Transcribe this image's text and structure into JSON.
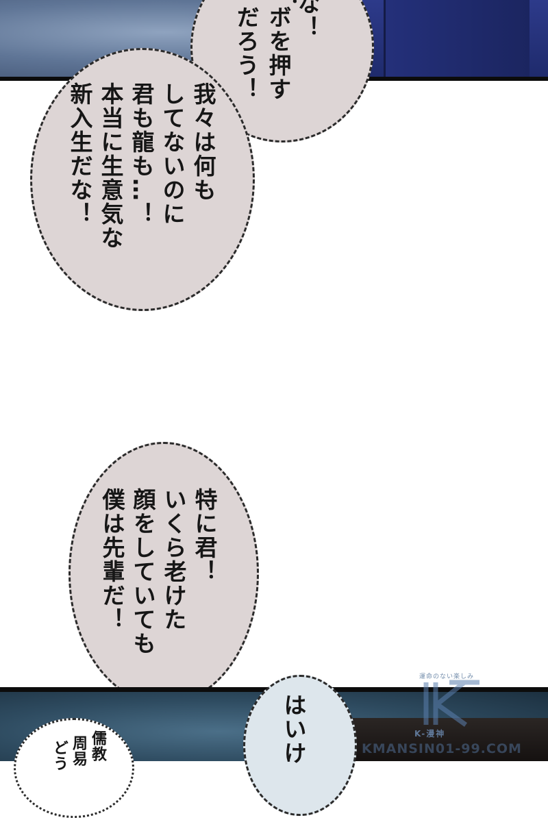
{
  "bubble_top_right": {
    "columns": [
      "ボを押す",
      "だろう！"
    ]
  },
  "bubble_top_right_partial": "な！",
  "bubble_large": {
    "columns": [
      "我々は何も",
      "してないのに",
      "君も龍も…！",
      "本当に生意気な",
      "新入生だな！"
    ]
  },
  "bubble_middle": {
    "columns": [
      "特に君！",
      "いくら老けた",
      "顔をしていても",
      "僕は先輩だ！"
    ]
  },
  "bubble_bottom_right": {
    "columns": [
      "はいけ"
    ]
  },
  "bubble_bottom_left": {
    "columns": [
      "儒教",
      "周易",
      "どう"
    ]
  },
  "watermark": {
    "top_text": "運命のない楽しみ",
    "sub_text": "K-漫神",
    "url": "KMANSIN01-99.COM",
    "color": "#5b7fae"
  },
  "colors": {
    "bubble_fill": "#ddd5d5",
    "bubble_light_fill": "#dde6ec",
    "bubble_border": "#2b2b2b",
    "panel_border": "#0c0c0c"
  }
}
